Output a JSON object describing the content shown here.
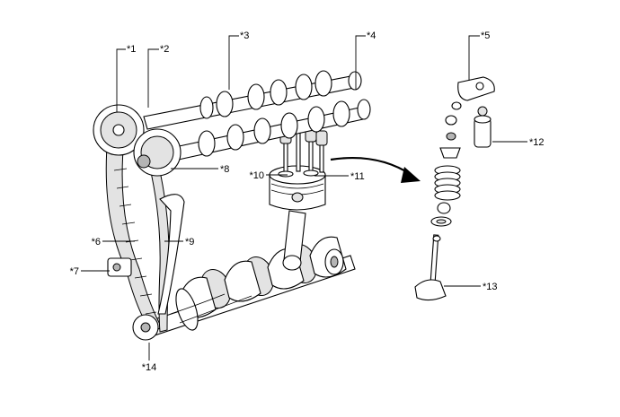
{
  "callouts": {
    "c1": "*1",
    "c2": "*2",
    "c3": "*3",
    "c4": "*4",
    "c5": "*5",
    "c6": "*6",
    "c7": "*7",
    "c8": "*8",
    "c9": "*9",
    "c10": "*10",
    "c11": "*11",
    "c12": "*12",
    "c13": "*13",
    "c14": "*14"
  }
}
